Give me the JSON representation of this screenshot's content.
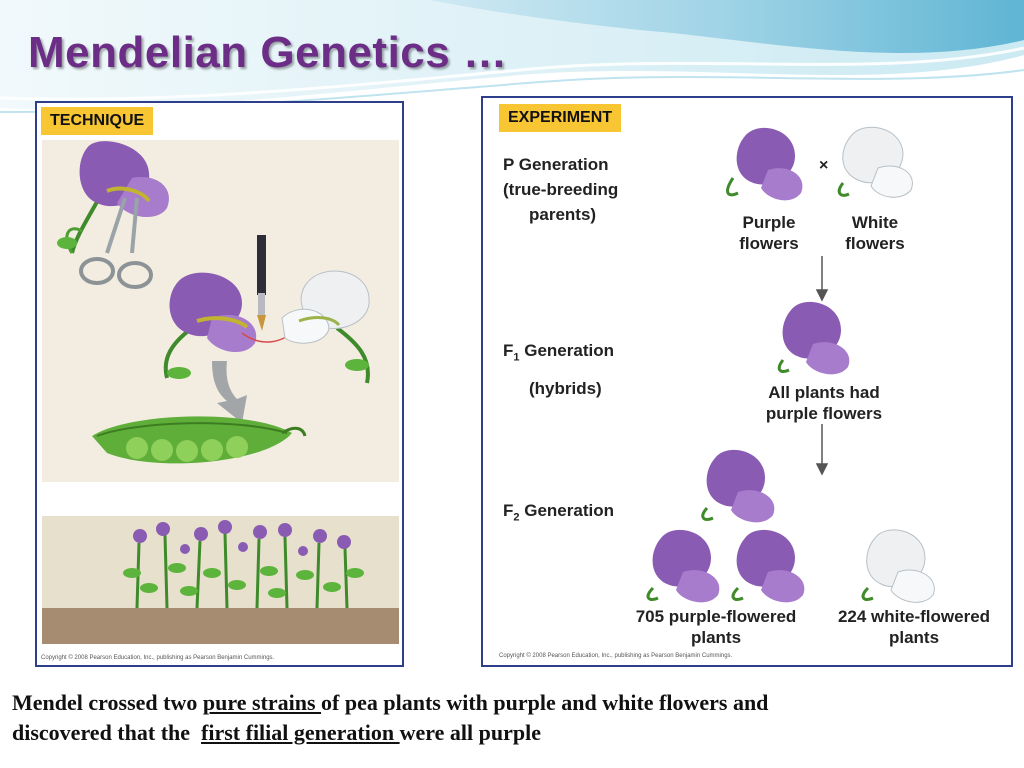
{
  "slide": {
    "title": "Mendelian Genetics …"
  },
  "technique": {
    "badge": "TECHNIQUE",
    "copyright": "Copyright © 2008 Pearson Education, Inc., publishing as Pearson Benjamin Cummings."
  },
  "experiment": {
    "badge": "EXPERIMENT",
    "p_generation": {
      "line1": "P Generation",
      "line2": "(true-breeding",
      "line3": "parents)"
    },
    "cross_symbol": "×",
    "purple_flowers": {
      "line1": "Purple",
      "line2": "flowers"
    },
    "white_flowers": {
      "line1": "White",
      "line2": "flowers"
    },
    "f1_generation": {
      "prefix": "F",
      "sub": "1",
      "suffix": " Generation",
      "line2": "(hybrids)"
    },
    "f1_result": {
      "line1": "All plants had",
      "line2": "purple flowers"
    },
    "f2_generation": {
      "prefix": "F",
      "sub": "2",
      "suffix": " Generation"
    },
    "f2_purple": {
      "line1": "705 purple-flowered",
      "line2": "plants"
    },
    "f2_white": {
      "line1": "224 white-flowered",
      "line2": "plants"
    },
    "copyright": "Copyright © 2008 Pearson Education, Inc., publishing as Pearson Benjamin Cummings."
  },
  "caption": {
    "line1_before": "Mendel crossed two ",
    "line1_underlined": "pure strains ",
    "line1_after": "of pea plants with purple and white flowers and",
    "line2_before": "discovered that the  ",
    "line2_underlined": "first filial generation ",
    "line2_after": "were all purple"
  },
  "colors": {
    "title": "#6b2d86",
    "purple_flower": "#8a5bb3",
    "white_flower": "#eef0f2",
    "badge": "#f7c632",
    "panel_border": "#2c3e8c"
  },
  "icons": [
    "scissors-icon",
    "paintbrush-icon",
    "pea-pod-icon",
    "arrow-down-icon"
  ]
}
